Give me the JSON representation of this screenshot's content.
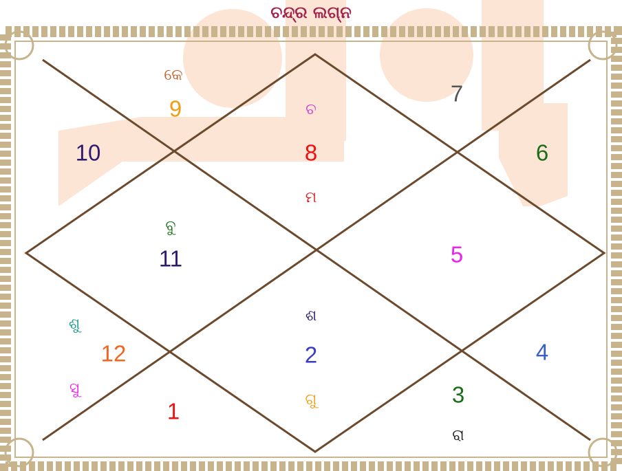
{
  "title": {
    "text": "ଚନ୍ଦ୍ର ଲଗ୍ନ",
    "color": "#a0224e"
  },
  "frame": {
    "line_color": "#6b4a2e",
    "border_color": "#c8b48c",
    "watermark_color": "#fce5d4"
  },
  "houses": [
    {
      "id": "house-1",
      "label": "1",
      "color": "#ee1111"
    },
    {
      "id": "house-2",
      "label": "2",
      "color": "#3b3bc7"
    },
    {
      "id": "house-3",
      "label": "3",
      "color": "#1a6e1a"
    },
    {
      "id": "house-4",
      "label": "4",
      "color": "#3a5fcd"
    },
    {
      "id": "house-5",
      "label": "5",
      "color": "#ee22ee"
    },
    {
      "id": "house-6",
      "label": "6",
      "color": "#1a6e1a"
    },
    {
      "id": "house-7",
      "label": "7",
      "color": "#555555"
    },
    {
      "id": "house-8",
      "label": "8",
      "color": "#ee1111"
    },
    {
      "id": "house-9",
      "label": "9",
      "color": "#f39c12"
    },
    {
      "id": "house-10",
      "label": "10",
      "color": "#2e1a6e"
    },
    {
      "id": "house-11",
      "label": "11",
      "color": "#2e1a6e"
    },
    {
      "id": "house-12",
      "label": "12",
      "color": "#f26522"
    }
  ],
  "planets": [
    {
      "id": "ketu",
      "label": "କେ",
      "color": "#c06030"
    },
    {
      "id": "chandra",
      "label": "ଚ",
      "color": "#cc44cc"
    },
    {
      "id": "mangal",
      "label": "ମ",
      "color": "#dd2222"
    },
    {
      "id": "budha",
      "label": "ବୁ",
      "color": "#1a6e1a"
    },
    {
      "id": "shani",
      "label": "ଶ",
      "color": "#2e1a6e"
    },
    {
      "id": "guru",
      "label": "ଗୁ",
      "color": "#f39c12"
    },
    {
      "id": "shukra",
      "label": "ଶୁ",
      "color": "#1a9a8a"
    },
    {
      "id": "surya",
      "label": "ସୁ",
      "color": "#ee22ee"
    },
    {
      "id": "rahu",
      "label": "ରା",
      "color": "#222222"
    }
  ]
}
